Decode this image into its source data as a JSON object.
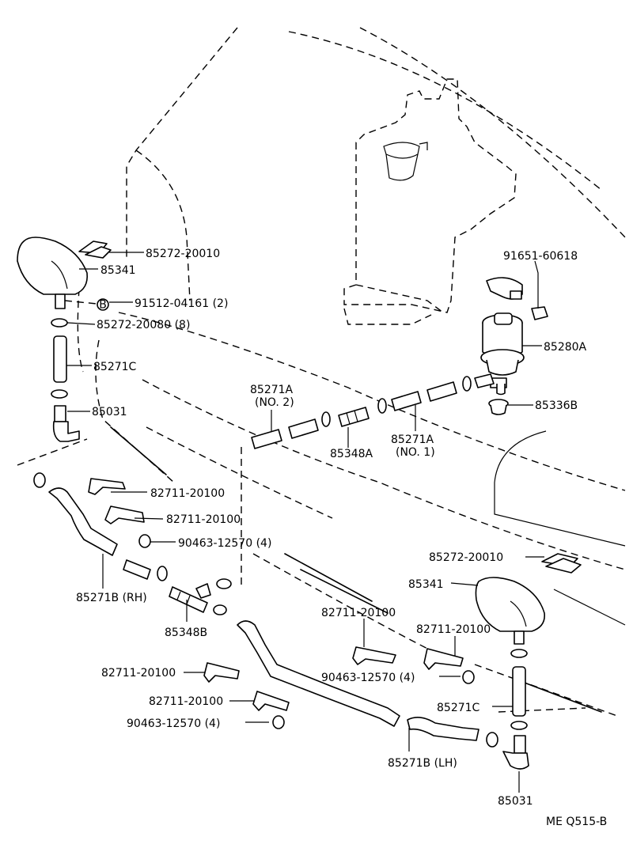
{
  "labels": {
    "nozzle_bracket_rh": "85272-20010",
    "nozzle_rh": "85341",
    "bolt": "91512-04161 (2)",
    "clip_8": "85272-20080 (8)",
    "hose_c_rh": "85271C",
    "elbow_rh": "85031",
    "clamp_motor": "91651-60618",
    "motor": "85280A",
    "grommet": "85336B",
    "hose_a2_code": "85271A",
    "hose_a2_sub": "(NO. 2)",
    "hose_a1_code": "85271A",
    "hose_a1_sub": "(NO. 1)",
    "joint_a": "85348A",
    "clamp_1": "82711-20100",
    "clamp_2": "82711-20100",
    "clip_4a": "90463-12570 (4)",
    "hose_b_rh": "85271B (RH)",
    "joint_b": "85348B",
    "nozzle_bracket_lh": "85272-20010",
    "nozzle_lh": "85341",
    "clamp_3": "82711-20100",
    "clamp_4": "82711-20100",
    "clip_4b": "90463-12570 (4)",
    "clamp_5": "82711-20100",
    "clamp_6": "82711-20100",
    "clip_4c": "90463-12570 (4)",
    "hose_c_lh": "85271C",
    "hose_b_lh": "85271B (LH)",
    "elbow_lh": "85031",
    "drawing_code": "ME Q515-B"
  },
  "ref_marker": "B",
  "icons": [
    "washer-tank",
    "washer-motor",
    "headlamp-nozzle",
    "hose",
    "clip",
    "clamp"
  ]
}
